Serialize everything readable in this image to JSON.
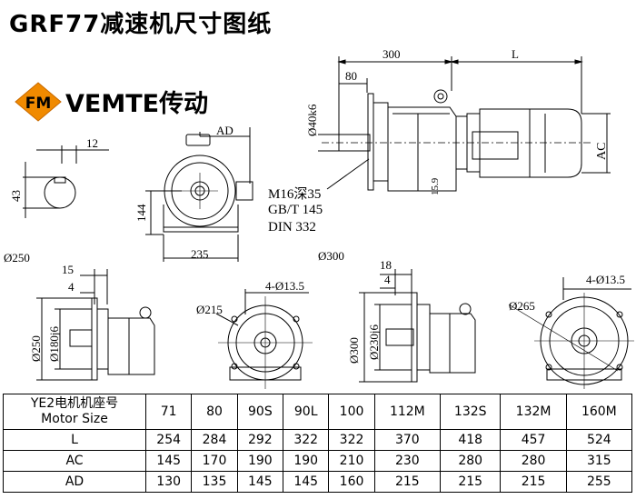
{
  "title": "GRF77减速机尺寸图纸",
  "brand": {
    "name": "VEMTE传动"
  },
  "logo": {
    "icon": "vemte-logo-icon",
    "color": "#f08a00"
  },
  "dimensions": {
    "d300": "300",
    "L": "L",
    "d80": "80",
    "d40k6": "Ø40k6",
    "AC": "AC",
    "d15_9": "15.9",
    "d12": "12",
    "d43": "43",
    "AD": "AD",
    "d144": "144",
    "d235": "235",
    "phi250": "Ø250",
    "phi300": "Ø300",
    "a15": "15",
    "a4": "4",
    "a250": "Ø250",
    "a180j6": "Ø180j6",
    "a215": "Ø215",
    "a4x13_5": "4-Ø13.5",
    "b18": "18",
    "b4": "4",
    "b300": "Ø300",
    "b230j6": "Ø230j6",
    "b265": "Ø265",
    "b4x13_5": "4-Ø13.5"
  },
  "notes": [
    "M16深35",
    "GB/T 145",
    "DIN 332"
  ],
  "table": {
    "header_label_line1": "YE2电机机座号",
    "header_label_line2": "Motor Size",
    "motor_sizes": [
      "71",
      "80",
      "90S",
      "90L",
      "100",
      "112M",
      "132S",
      "132M",
      "160M"
    ],
    "rows": [
      {
        "label": "L",
        "values": [
          "254",
          "284",
          "292",
          "322",
          "322",
          "370",
          "418",
          "457",
          "524"
        ]
      },
      {
        "label": "AC",
        "values": [
          "145",
          "170",
          "190",
          "190",
          "210",
          "230",
          "280",
          "280",
          "315"
        ]
      },
      {
        "label": "AD",
        "values": [
          "130",
          "135",
          "145",
          "145",
          "160",
          "215",
          "215",
          "215",
          "255"
        ]
      }
    ]
  }
}
